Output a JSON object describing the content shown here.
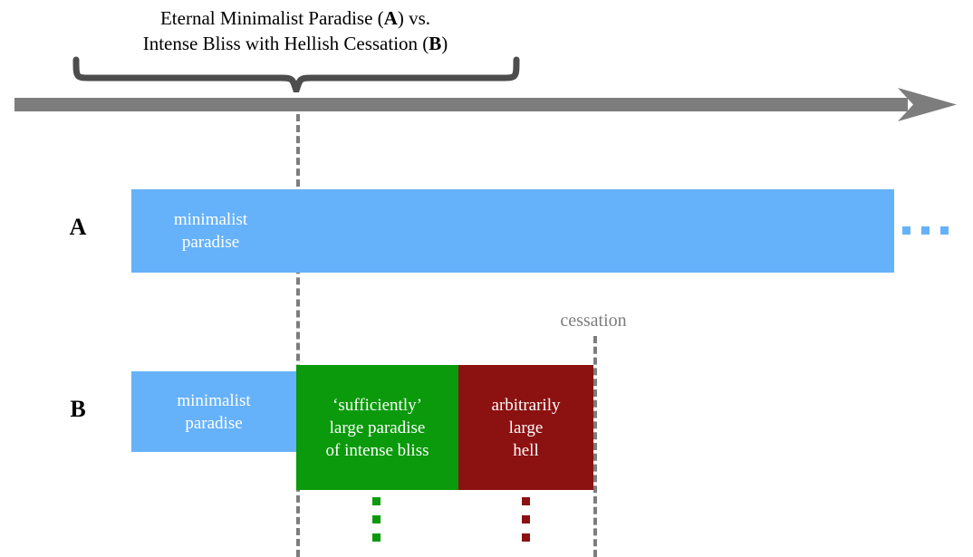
{
  "diagram": {
    "title_line1": "Eternal Minimalist Paradise (A) vs.",
    "title_line2": "Intense Bliss with Hellish Cessation (B)",
    "title_full": "Eternal Minimalist Paradise (A) vs.\nIntense Bliss with Hellish Cessation (B)",
    "timeline": {
      "name": "time-axis-arrow",
      "direction": "rightward",
      "color": "#7d7d7d"
    },
    "brace": {
      "name": "scenario-brace",
      "color": "#4d4d4d",
      "spans_label": ""
    },
    "guides": [
      {
        "name": "divergence-guide",
        "label": "",
        "x_label": ""
      },
      {
        "name": "cessation-guide",
        "label": "cessation"
      }
    ],
    "cessation_label": "cessation",
    "rows": [
      {
        "key": "A",
        "label": "A",
        "segments": [
          {
            "name": "minimalist-paradise-a",
            "text": "minimalist\nparadise",
            "color": "#66b2fa",
            "continues": true
          }
        ],
        "continuation_dots": "▪ ▪ ▪",
        "continuation_color": "#66b2fa"
      },
      {
        "key": "B",
        "label": "B",
        "segments": [
          {
            "name": "minimalist-paradise-b",
            "text": "minimalist\nparadise",
            "color": "#66b2fa",
            "continues": false
          },
          {
            "name": "sufficiently-large-paradise",
            "text": "‘sufficiently’\nlarge paradise\nof intense bliss",
            "color": "#0a9a0b",
            "continues": false
          },
          {
            "name": "arbitrarily-large-hell",
            "text": "arbitrarily\nlarge\nhell",
            "color": "#8c1111",
            "continues": false
          }
        ],
        "continuation_color_green": "#0a9a0b",
        "continuation_color_red": "#8c1111"
      }
    ],
    "colors": {
      "paradise_blue": "#66b2fa",
      "bliss_green": "#0a9a0b",
      "hell_red": "#8c1111",
      "axis_gray": "#7d7d7d",
      "brace_gray": "#4d4d4d",
      "text_black": "#000000",
      "bar_text_white": "#ffffff"
    }
  }
}
